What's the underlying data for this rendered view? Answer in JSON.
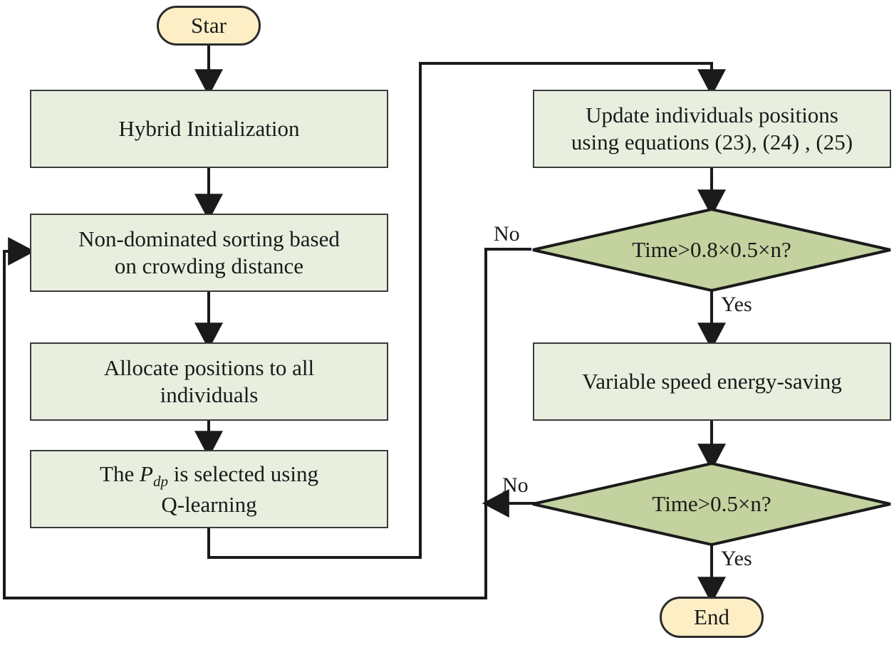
{
  "diagram": {
    "type": "flowchart",
    "title": "Hybrid multi-objective optimization algorithm flowchart",
    "colors": {
      "process_fill": "#e9efdf",
      "process_stroke": "#3b3b3b",
      "decision_fill": "#c3d29e",
      "decision_stroke": "#1a1a1a",
      "terminal_fill": "#fdeec6",
      "terminal_stroke": "#2b2b2b",
      "edge_stroke": "#1a1a1a",
      "text": "#1a1a1a"
    }
  },
  "nodes": {
    "start": {
      "label": "Star",
      "shape": "terminal"
    },
    "hybrid_init": {
      "label": "Hybrid Initialization",
      "shape": "process"
    },
    "non_dominated": {
      "line1": "Non-dominated sorting based",
      "line2": "on crowding distance",
      "shape": "process"
    },
    "allocate": {
      "line1": "Allocate positions to all",
      "line2": "individuals",
      "shape": "process"
    },
    "qlearning": {
      "prefix": "The ",
      "symbol": "P",
      "subscript": "dp",
      "suffix": " is selected using",
      "line2": "Q-learning",
      "shape": "process"
    },
    "update": {
      "line1": "Update individuals positions",
      "line2": "using equations (23), (24) , (25)",
      "shape": "process"
    },
    "decision1": {
      "label": "Time>0.8×0.5×n?",
      "shape": "decision"
    },
    "variable_speed": {
      "label": "Variable speed energy-saving",
      "shape": "process"
    },
    "decision2": {
      "label": "Time>0.5×n?",
      "shape": "decision"
    },
    "end": {
      "label": "End",
      "shape": "terminal"
    }
  },
  "edge_labels": {
    "d1_no": "No",
    "d1_yes": "Yes",
    "d2_no": "No",
    "d2_yes": "Yes"
  },
  "edges": [
    {
      "from": "start",
      "to": "hybrid_init",
      "label": ""
    },
    {
      "from": "hybrid_init",
      "to": "non_dominated",
      "label": ""
    },
    {
      "from": "non_dominated",
      "to": "allocate",
      "label": ""
    },
    {
      "from": "allocate",
      "to": "qlearning",
      "label": ""
    },
    {
      "from": "qlearning",
      "to": "update",
      "label": ""
    },
    {
      "from": "update",
      "to": "decision1",
      "label": ""
    },
    {
      "from": "decision1",
      "to": "variable_speed",
      "label": "Yes"
    },
    {
      "from": "decision1",
      "to": "non_dominated",
      "label": "No"
    },
    {
      "from": "variable_speed",
      "to": "decision2",
      "label": ""
    },
    {
      "from": "decision2",
      "to": "end",
      "label": "Yes"
    },
    {
      "from": "decision2",
      "to": "non_dominated",
      "label": "No"
    }
  ]
}
